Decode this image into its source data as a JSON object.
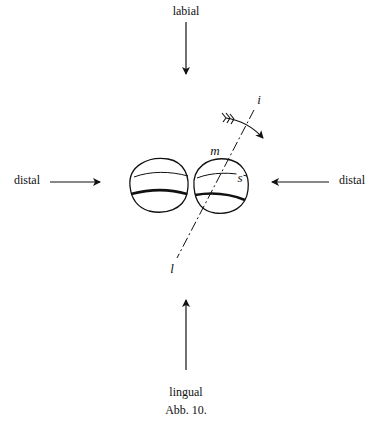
{
  "diagram": {
    "caption": "Abb. 10.",
    "labels": [
      "labial",
      "distal",
      "distal",
      "lingual",
      "i",
      "m",
      "s",
      "l"
    ]
  }
}
